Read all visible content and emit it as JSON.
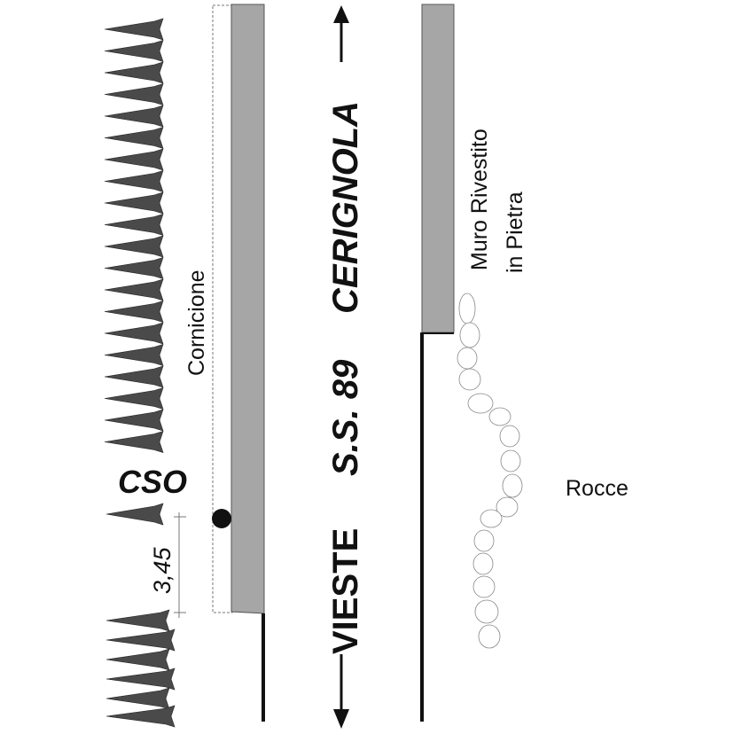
{
  "labels": {
    "cornicione": "Cornicione",
    "road_name": "S.S. 89",
    "dir_up": "CERIGNOLA",
    "dir_down": "VIESTE",
    "wall_line1": "Muro Rivestito",
    "wall_line2": "in Pietra",
    "rocks": "Rocce",
    "marker": "CSO",
    "dimension": "3,45"
  },
  "colors": {
    "wall_gray": "#a6a6a6",
    "ink": "#111111",
    "spike_dark": "#4a4a4a"
  },
  "icons": {
    "road_arrow": "double-arrow-vertical",
    "marker": "filled-circle",
    "spikes": "tree-spike-row",
    "rocks": "rock-outline-chain"
  }
}
